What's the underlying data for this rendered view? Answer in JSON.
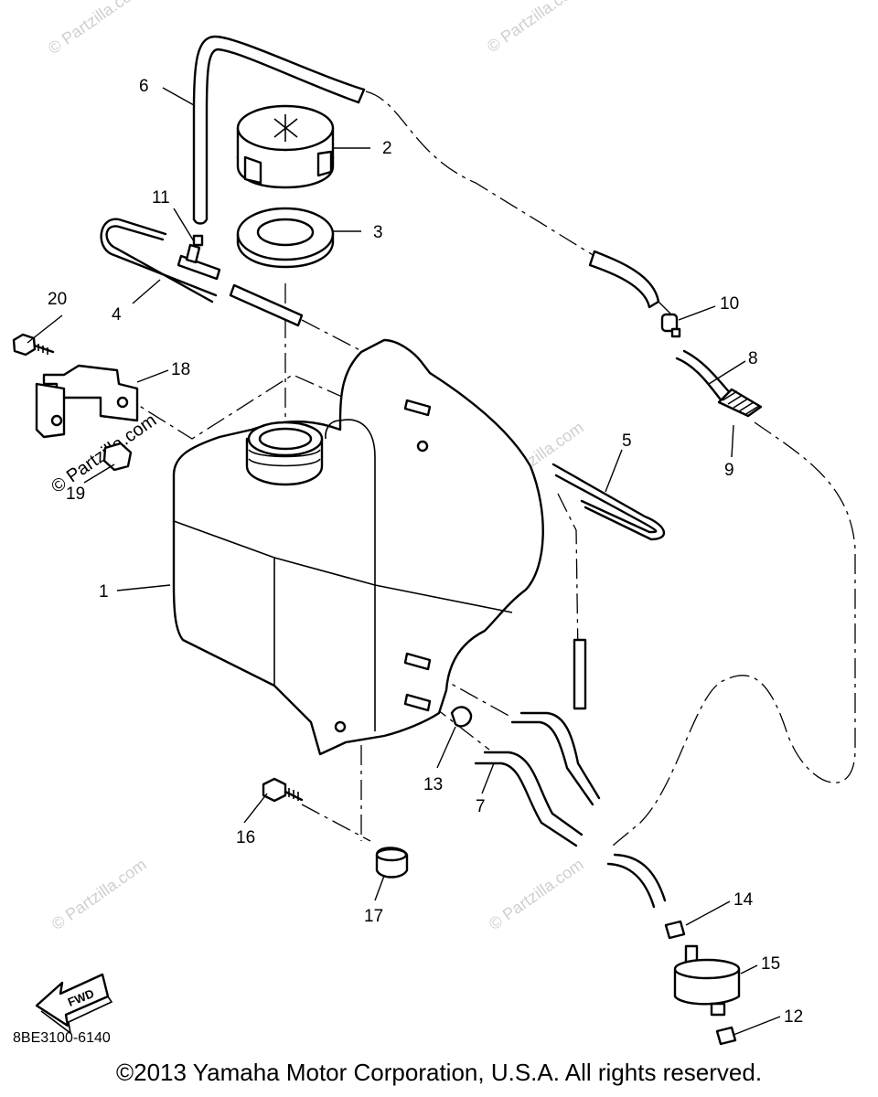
{
  "document_code": "8BE3100-6140",
  "copyright": "©2013 Yamaha Motor Corporation, U.S.A. All rights reserved.",
  "watermark": "© Partzilla.com",
  "fwd_label": "FWD",
  "callouts": [
    "1",
    "2",
    "3",
    "4",
    "5",
    "6",
    "7",
    "8",
    "9",
    "10",
    "11",
    "12",
    "13",
    "14",
    "15",
    "16",
    "17",
    "18",
    "19",
    "20"
  ]
}
